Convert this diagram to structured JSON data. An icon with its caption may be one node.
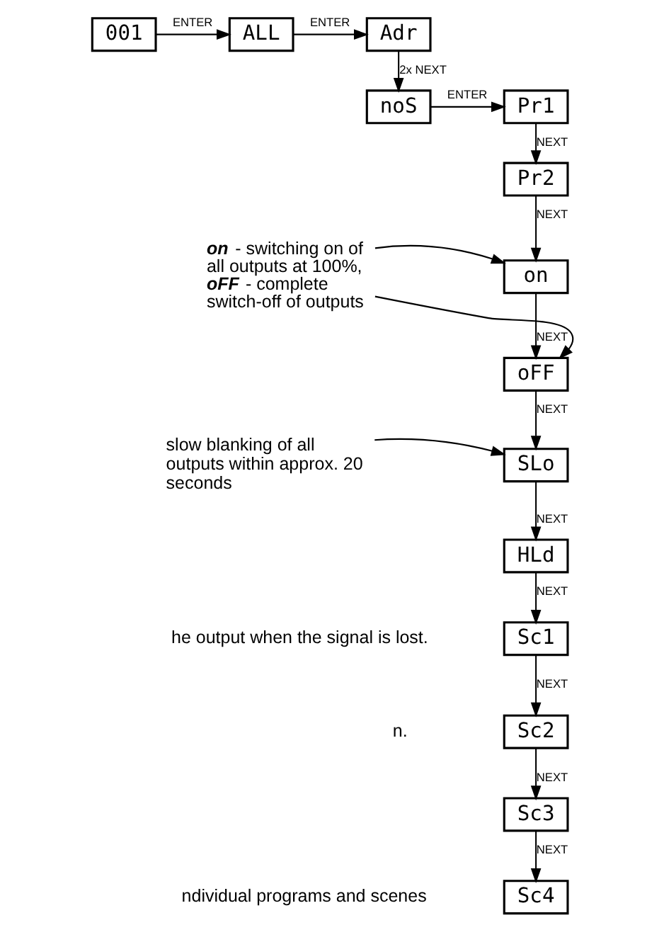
{
  "diagram": {
    "nodes": [
      {
        "text": [
          "001"
        ]
      },
      {
        "text": [
          "ALL"
        ]
      },
      {
        "text": [
          "Adr"
        ]
      },
      {
        "text": [
          "noS"
        ]
      },
      {
        "text": [
          "Pr1"
        ]
      },
      {
        "text": [
          "Pr2"
        ]
      },
      {
        "text": [
          "on"
        ]
      },
      {
        "text": [
          "oFF"
        ]
      },
      {
        "text": [
          "SLo"
        ]
      },
      {
        "text": [
          "HLd"
        ]
      },
      {
        "text": [
          "Sc1"
        ]
      },
      {
        "text": [
          "Sc2"
        ]
      },
      {
        "text": [
          "Sc3"
        ]
      },
      {
        "text": [
          "Sc4"
        ]
      },
      {
        "text": [
          "**on** - switching on of all outputs at 100%, **oFF** - complete switch-off of outputs"
        ]
      },
      {
        "text": [
          "slow blanking of all outputs within approx. 20 seconds"
        ]
      }
    ],
    "edges": [
      {
        "from": 0,
        "to": 1,
        "arrow": "to",
        "label": "ENTER"
      },
      {
        "from": 1,
        "to": 2,
        "arrow": "to",
        "label": "ENTER"
      },
      {
        "from": 2,
        "to": 3,
        "arrow": "to",
        "label": "2x NEXT"
      },
      {
        "from": 3,
        "to": 4,
        "arrow": "to",
        "label": "ENTER"
      },
      {
        "from": 4,
        "to": 5,
        "arrow": "to",
        "label": "NEXT"
      },
      {
        "from": 5,
        "to": 6,
        "arrow": "to",
        "label": "NEXT"
      },
      {
        "from": 6,
        "to": 7,
        "arrow": "to",
        "label": "NEXT"
      },
      {
        "from": 7,
        "to": 8,
        "arrow": "to",
        "label": "NEXT"
      },
      {
        "from": 8,
        "to": 9,
        "arrow": "to",
        "label": "NEXT"
      },
      {
        "from": 9,
        "to": 10,
        "arrow": "to",
        "label": "NEXT"
      },
      {
        "from": 10,
        "to": 11,
        "arrow": "to",
        "label": "NEXT"
      },
      {
        "from": 11,
        "to": 12,
        "arrow": "to",
        "label": "NEXT"
      },
      {
        "from": 12,
        "to": 13,
        "arrow": "to",
        "label": "NEXT"
      },
      {
        "from": 14,
        "to": 6,
        "arrow": "to"
      },
      {
        "from": 14,
        "to": 7,
        "arrow": "to"
      },
      {
        "from": 15,
        "to": 8,
        "arrow": "to"
      }
    ],
    "labels": [
      "he output when the signal is lost.",
      "n.",
      "ndividual programs and scenes"
    ]
  }
}
